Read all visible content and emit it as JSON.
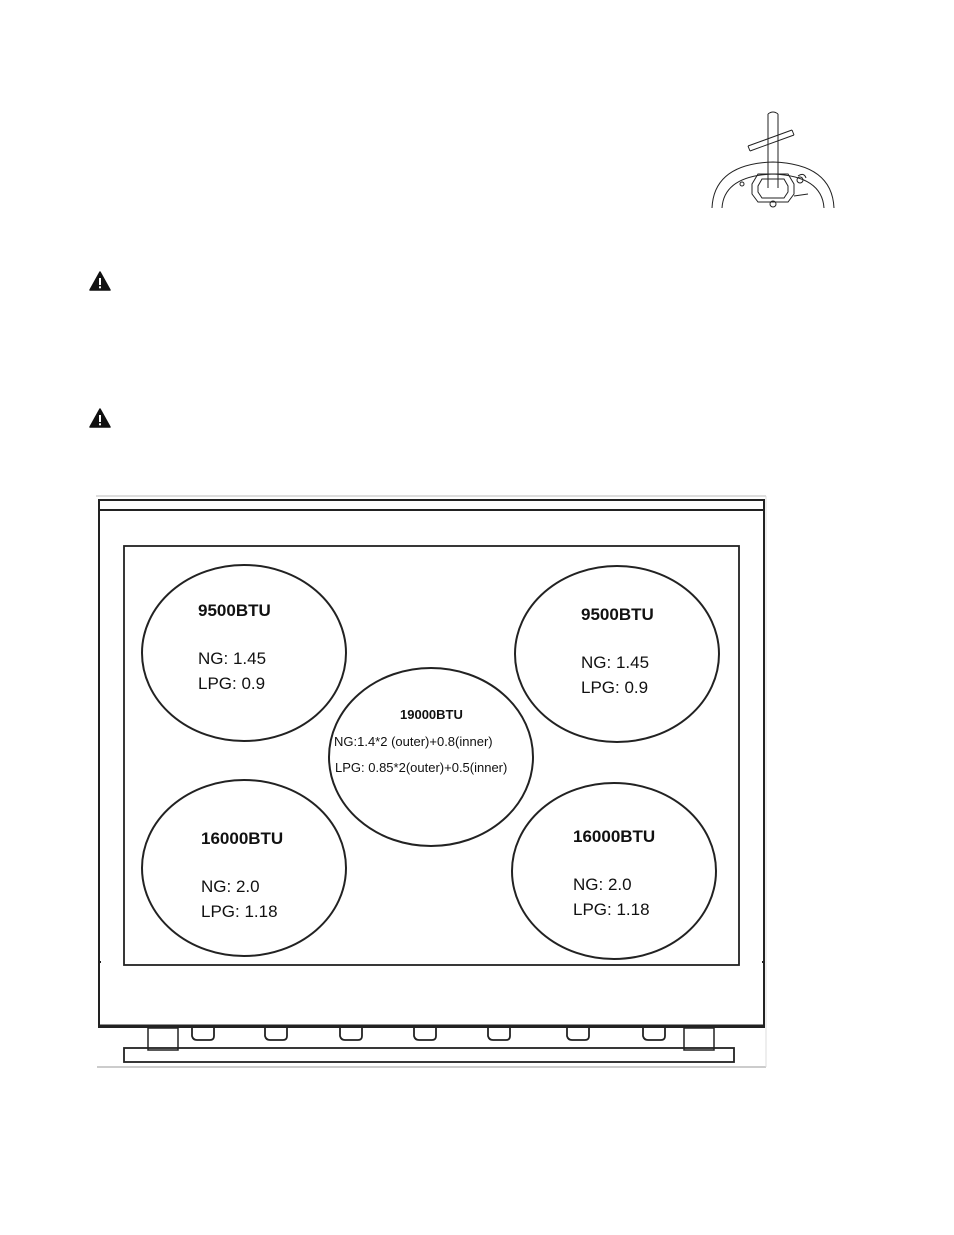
{
  "burners": {
    "top_left": {
      "btu": "9500BTU",
      "ng": "NG: 1.45",
      "lpg": "LPG: 0.9"
    },
    "top_right": {
      "btu": "9500BTU",
      "ng": "NG: 1.45",
      "lpg": "LPG: 0.9"
    },
    "center": {
      "btu": "19000BTU",
      "ng": "NG:1.4*2 (outer)+0.8(inner)",
      "lpg": "LPG: 0.85*2(outer)+0.5(inner)"
    },
    "bottom_left": {
      "btu": "16000BTU",
      "ng": "NG: 2.0",
      "lpg": "LPG: 1.18"
    },
    "bottom_right": {
      "btu": "16000BTU",
      "ng": "NG: 2.0",
      "lpg": "LPG: 1.18"
    }
  },
  "icons": {
    "warning": "warning-triangle-icon",
    "tool": "burner-cap-tool-illustration"
  }
}
